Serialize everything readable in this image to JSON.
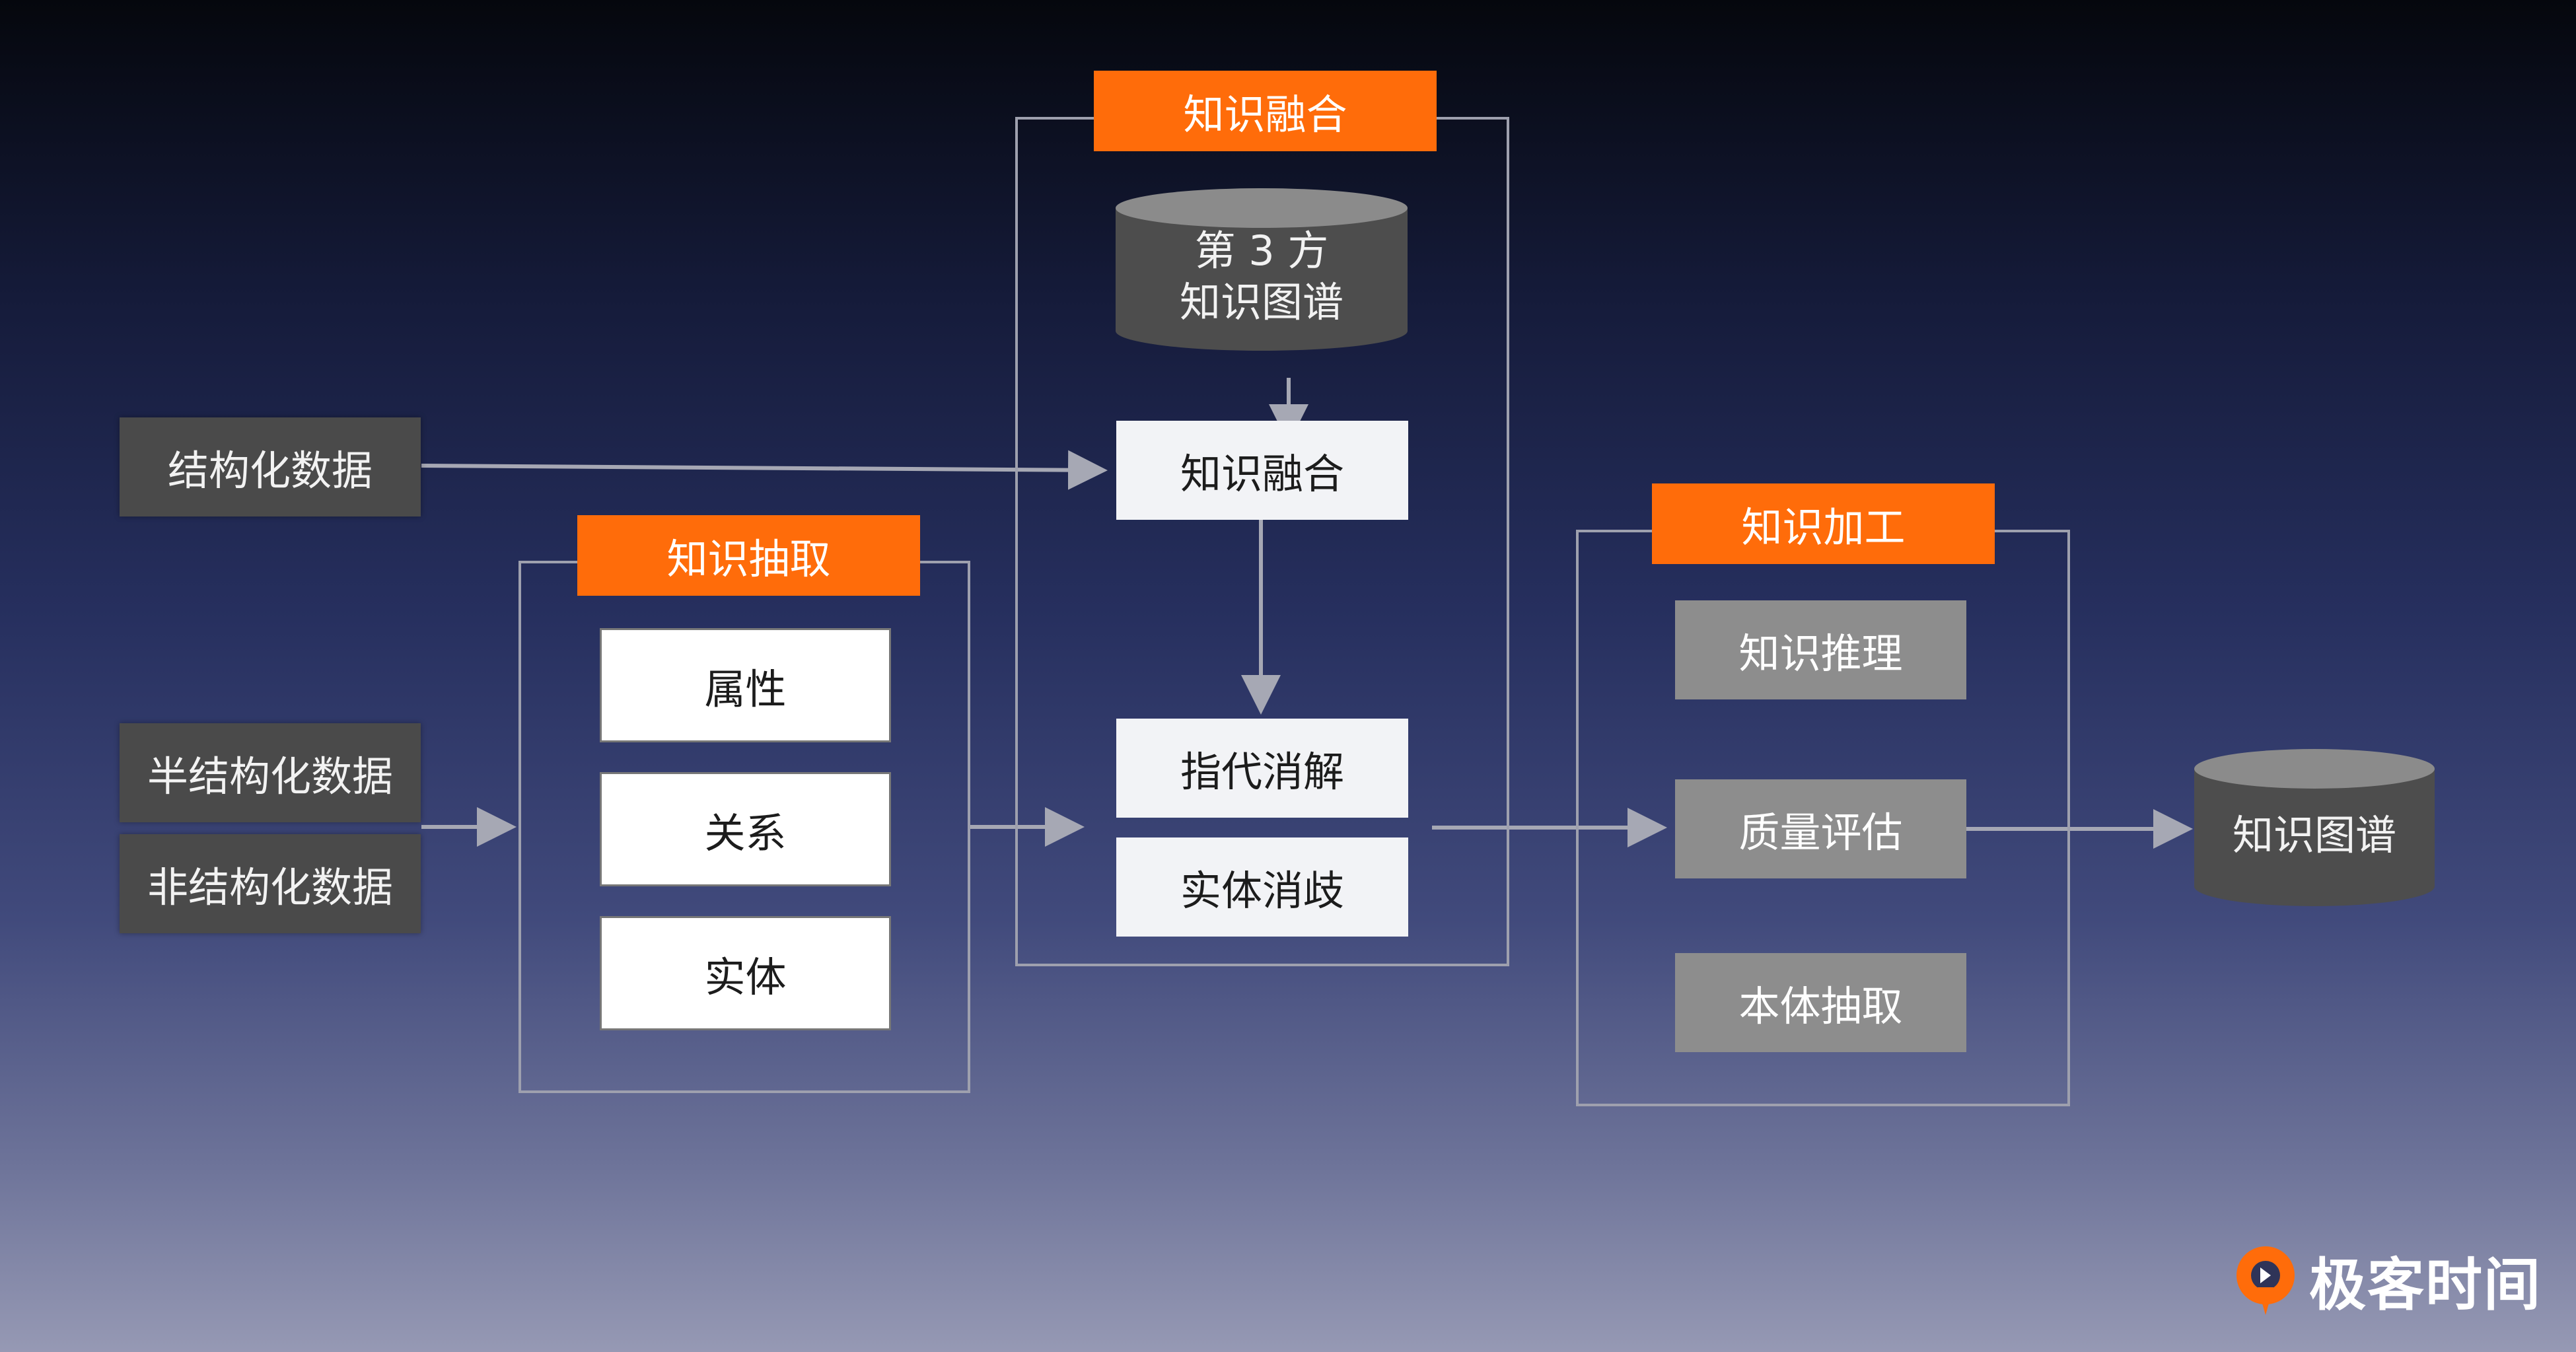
{
  "sources": {
    "structured": "结构化数据",
    "semi_structured": "半结构化数据",
    "unstructured": "非结构化数据"
  },
  "extraction": {
    "title": "知识抽取",
    "items": [
      "属性",
      "关系",
      "实体"
    ]
  },
  "fusion": {
    "title": "知识融合",
    "third_party_line1": "第 3 方",
    "third_party_line2": "知识图谱",
    "fusion_box": "知识融合",
    "coref": "指代消解",
    "disambig": "实体消歧"
  },
  "processing": {
    "title": "知识加工",
    "items": [
      "知识推理",
      "质量评估",
      "本体抽取"
    ]
  },
  "output": {
    "label": "知识图谱"
  },
  "brand": {
    "name": "极客时间"
  },
  "colors": {
    "accent": "#ff6c0a",
    "source_box": "#4a4a4a",
    "grey_box": "#8d8d8d",
    "connector": "#a6a8b4"
  }
}
